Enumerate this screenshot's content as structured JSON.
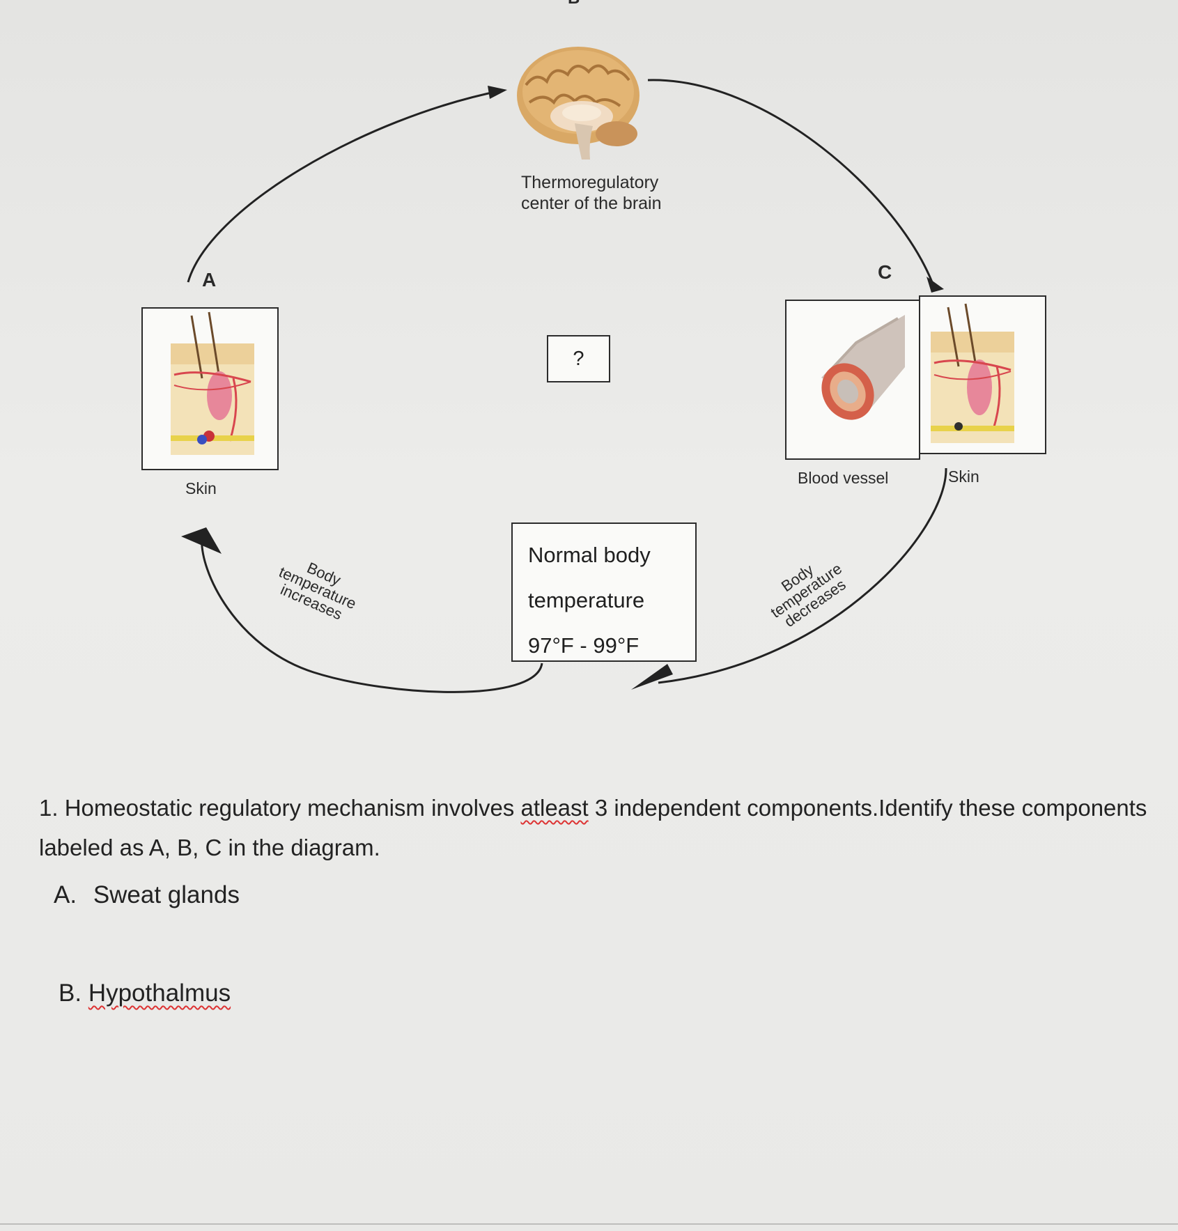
{
  "diagram": {
    "top_label_partial": "B",
    "brain": {
      "caption_line1": "Thermoregulatory",
      "caption_line2": "center of the brain"
    },
    "label_a": "A",
    "label_c": "C",
    "left_skin_caption": "Skin",
    "question_mark": "?",
    "blood_vessel_caption": "Blood vessel",
    "right_skin_caption": "Skin",
    "normal_body": {
      "line1": "Normal body",
      "line2": "temperature",
      "line3": "97°F - 99°F"
    },
    "increases": {
      "line1": "Body",
      "line2": "temperature",
      "line3": "increases"
    },
    "decreases": {
      "line1": "Body",
      "line2": "temperature",
      "line3": "decreases"
    }
  },
  "question": {
    "number": "1.",
    "text_part1": "Homeostatic regulatory mechanism involves ",
    "text_misspelled": "atleast",
    "text_part2": " 3 independent components.Identify these components labeled as A, B, C in the diagram."
  },
  "answers": {
    "a_prefix": "A.",
    "a_text": "Sweat glands",
    "b_prefix": "B.",
    "b_text": "Hypothalmus"
  }
}
